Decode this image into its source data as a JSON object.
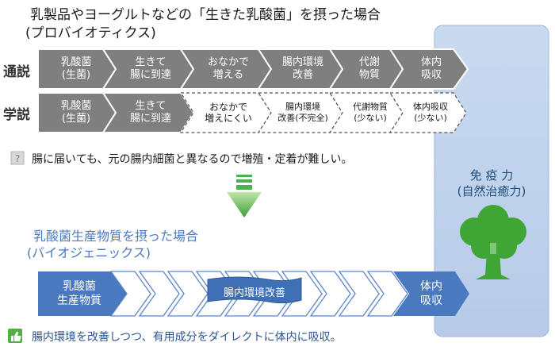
{
  "title": {
    "line1": "乳製品やヨーグルトなどの「生きた乳酸菌」を摂った場合",
    "line2": "(プロバイオティクス)"
  },
  "rows": {
    "row1_label": "通説",
    "row2_label": "学説"
  },
  "row1_steps": [
    {
      "line1": "乳酸菌",
      "line2": "(生菌)"
    },
    {
      "line1": "生きて",
      "line2": "腸に到達"
    },
    {
      "line1": "おなかで",
      "line2": "増える"
    },
    {
      "line1": "腸内環境",
      "line2": "改善"
    },
    {
      "line1": "代謝",
      "line2": "物質"
    },
    {
      "line1": "体内",
      "line2": "吸収"
    }
  ],
  "row2_steps": [
    {
      "line1": "乳酸菌",
      "line2": "(生菌)"
    },
    {
      "line1": "生きて",
      "line2": "腸に到達"
    },
    {
      "line1": "おなかで",
      "line2": "増えにくい"
    },
    {
      "line1": "腸内環境",
      "line2": "改善(不完全)"
    },
    {
      "line1": "代謝物質",
      "line2": "(少ない)"
    },
    {
      "line1": "体内吸収",
      "line2": "(少ない)"
    }
  ],
  "immunity": {
    "line1": "免 疫 力",
    "line2": "(自然治癒力)"
  },
  "notes": {
    "note1": "腸に届いても、元の腸内細菌と異なるので増殖・定着が難しい。",
    "note2": "腸内環境を改善しつつ、有用成分をダイレクトに体内に吸収。"
  },
  "section2": {
    "title_line1": "乳酸菌生産物質を摂った場合",
    "title_line2": "(バイオジェニックス)",
    "start": {
      "line1": "乳酸菌",
      "line2": "生産物質"
    },
    "middle": "腸内環境改善",
    "end": {
      "line1": "体内",
      "line2": "吸収"
    }
  },
  "colors": {
    "gray_chevron": "#808080",
    "blue_chevron": "#4a79c0",
    "immunity_panel": "#c5d6ee",
    "tree": "#3fa535",
    "arrow_green": "#4caf50"
  },
  "icons": [
    "question-icon",
    "thumbs-up-icon",
    "down-arrow-icon",
    "tree-icon"
  ]
}
